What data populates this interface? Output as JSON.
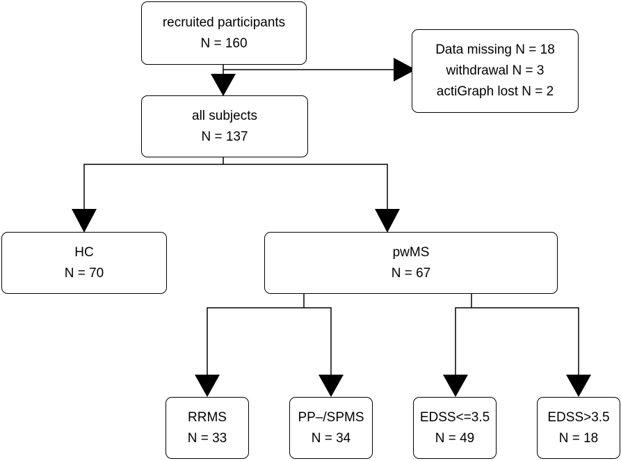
{
  "nodes": {
    "recruited": {
      "lines": [
        "recruited participants",
        "N = 160"
      ]
    },
    "excluded": {
      "lines": [
        "Data missing N = 18",
        "withdrawal N = 3",
        "actiGraph lost N = 2"
      ]
    },
    "all": {
      "lines": [
        "all subjects",
        "N = 137"
      ]
    },
    "hc": {
      "lines": [
        "HC",
        "N = 70"
      ]
    },
    "pwms": {
      "lines": [
        "pwMS",
        "N = 67"
      ]
    },
    "rrms": {
      "lines": [
        "RRMS",
        "N = 33"
      ]
    },
    "ppspms": {
      "lines": [
        "PP–/SPMS",
        "N = 34"
      ]
    },
    "edss_low": {
      "lines": [
        "EDSS<=3.5",
        "N = 49"
      ]
    },
    "edss_high": {
      "lines": [
        "EDSS>3.5",
        "N = 18"
      ]
    }
  }
}
